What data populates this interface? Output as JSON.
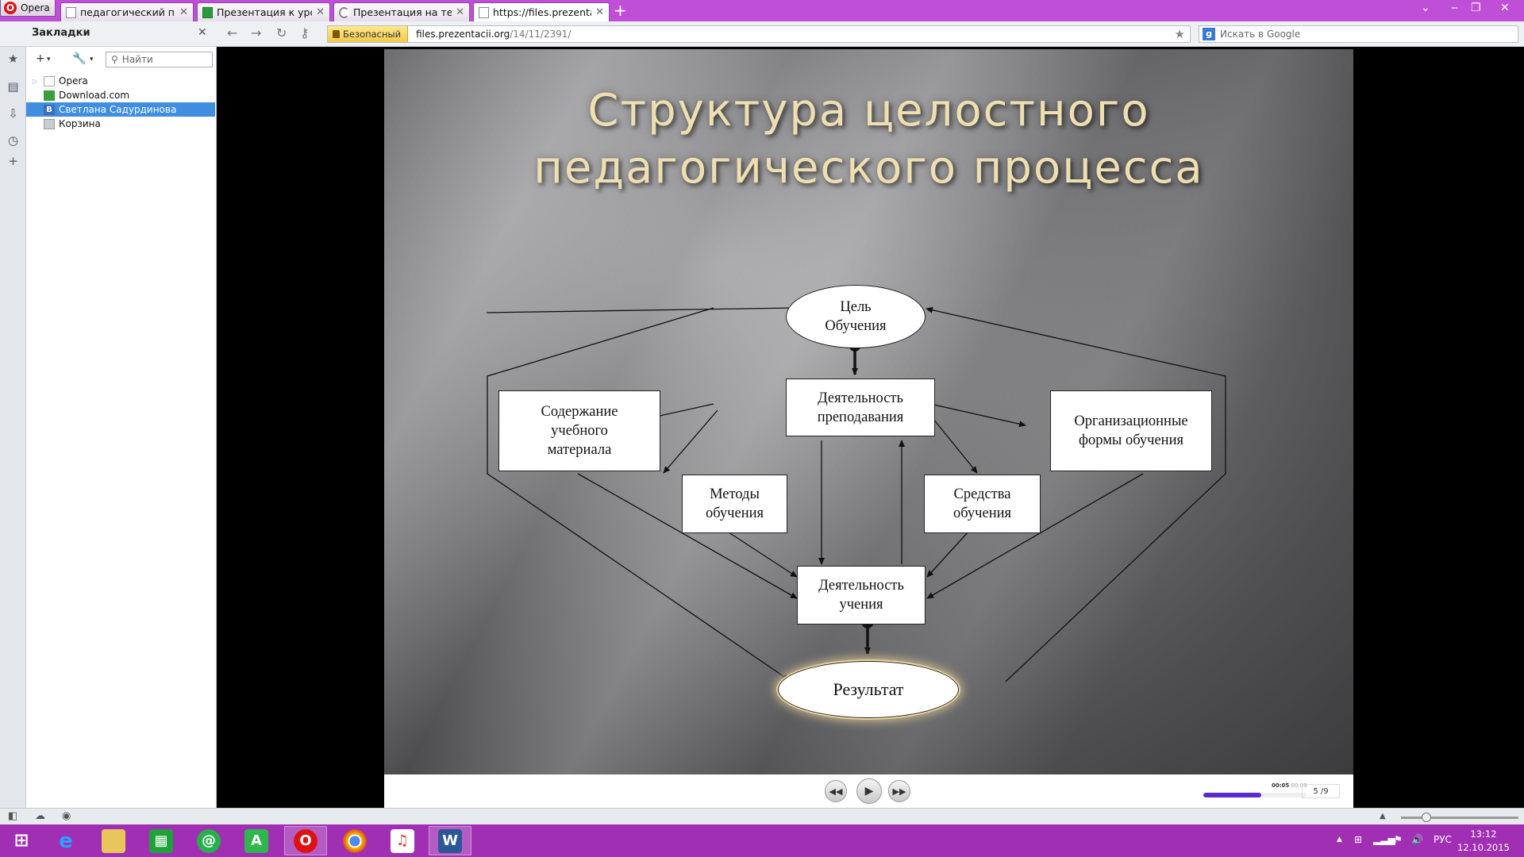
{
  "browser": {
    "app_button": "Opera",
    "tabs": [
      {
        "label": "педагогический проц..."
      },
      {
        "label": "Презентация к уроку ..."
      },
      {
        "label": "Презентация на тему ..."
      },
      {
        "label": "https://files.prezentacii..."
      }
    ],
    "new_tab": "+",
    "security_label": "Безопасный",
    "url_domain": "files.prezentacii.org",
    "url_path": "/14/11/2391/",
    "search_placeholder": "Искать в Google"
  },
  "bookmarks_panel": {
    "title": "Закладки",
    "find_placeholder": "Найти",
    "items": [
      {
        "label": "Opera"
      },
      {
        "label": "Download.com"
      },
      {
        "label": "Светлана Садурдинова"
      },
      {
        "label": "Корзина"
      }
    ]
  },
  "slide": {
    "title_line1": "Структура целостного",
    "title_line2": "педагогического процесса",
    "diagram": {
      "goal": "Цель\nОбучения",
      "teaching": "Деятельность\nпреподавания",
      "content": "Содержание\nучебного\nматериала",
      "forms": "Организационные\nформы обучения",
      "methods": "Методы\nобучения",
      "means": "Средства\nобучения",
      "learning": "Деятельность\nучения",
      "result": "Результат"
    }
  },
  "player": {
    "progress_fraction": 0.56,
    "time_current": "00:05",
    "time_total": "00:09",
    "slide_counter": "5 /9"
  },
  "taskbar": {
    "language": "РУС",
    "time": "13:12",
    "date": "12.10.2015"
  },
  "colors": {
    "tabbar": "#bf4fd6",
    "taskbar": "#a02fb4",
    "title_text": "#efdfb0",
    "progress": "#5b2ad0",
    "selection": "#3f8ee0"
  }
}
